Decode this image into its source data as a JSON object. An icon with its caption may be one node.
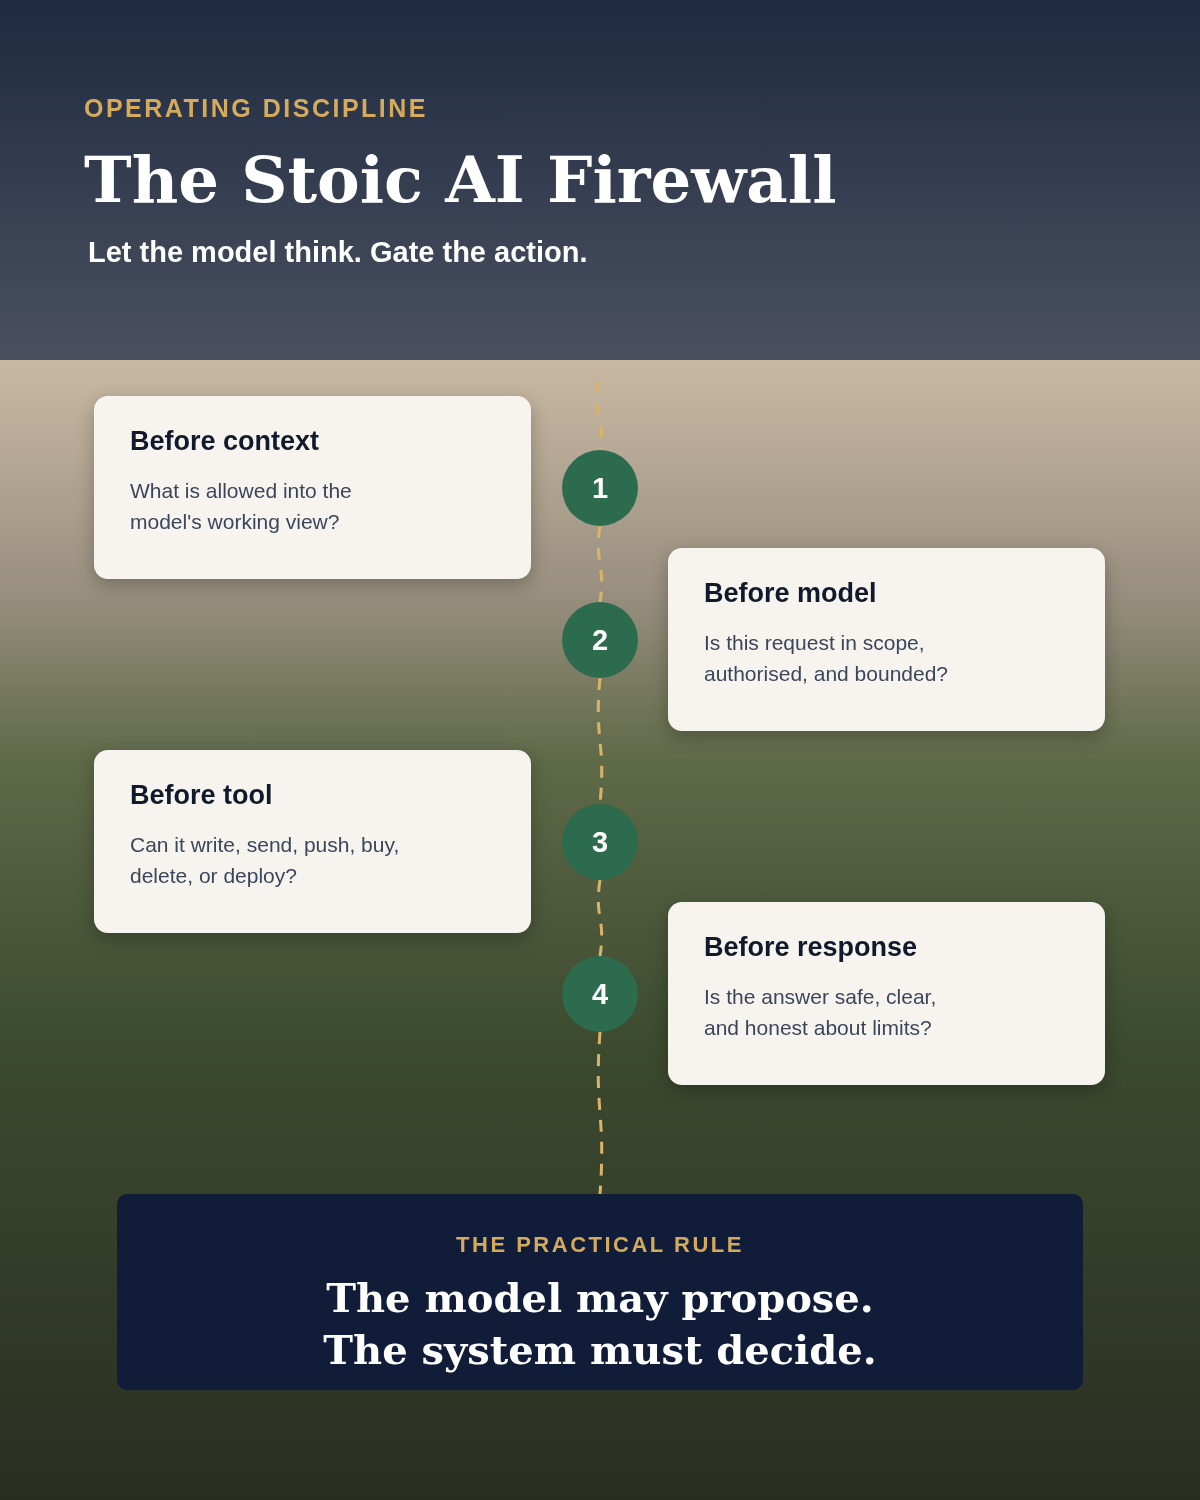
{
  "diagram": {
    "title": "The Stoic AI Firewall",
    "nodes": [
      {
        "text": [
          "Before context",
          "What is allowed into the model's working view?"
        ]
      },
      {
        "text": [
          "1"
        ]
      },
      {
        "text": [
          "Before model",
          "Is this request in scope, authorised, and bounded?"
        ]
      },
      {
        "text": [
          "2"
        ]
      },
      {
        "text": [
          "Before tool",
          "Can it write, send, push, buy, delete, or deploy?"
        ]
      },
      {
        "text": [
          "3"
        ]
      },
      {
        "text": [
          "Before response",
          "Is the answer safe, clear, and honest about limits?"
        ]
      },
      {
        "text": [
          "4"
        ]
      },
      {
        "text": [
          "THE PRACTICAL RULE",
          "The model may propose. The system must decide."
        ]
      }
    ],
    "edges": [
      {
        "from": null,
        "to": 1,
        "arrow": "none",
        "style": "dashed"
      },
      {
        "from": 1,
        "to": 3,
        "arrow": "none",
        "style": "dashed"
      },
      {
        "from": 3,
        "to": 5,
        "arrow": "none",
        "style": "dashed"
      },
      {
        "from": 5,
        "to": 7,
        "arrow": "none",
        "style": "dashed"
      },
      {
        "from": 7,
        "to": 8,
        "arrow": "none",
        "style": "dashed"
      }
    ],
    "labels": [
      "OPERATING DISCIPLINE",
      "Let the model think. Gate the action."
    ]
  }
}
